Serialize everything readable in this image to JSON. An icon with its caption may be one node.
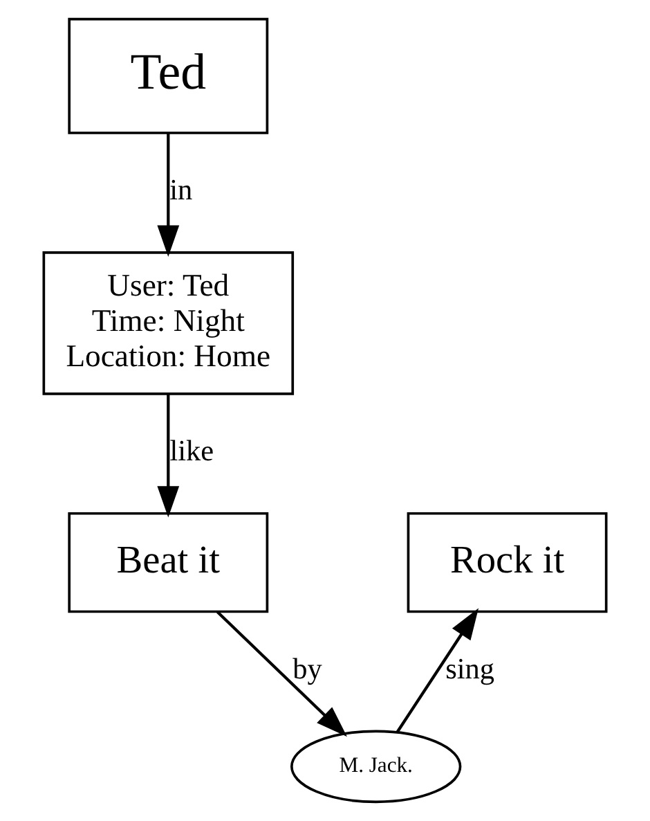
{
  "diagram": {
    "nodes": [
      {
        "text": [
          "Ted"
        ]
      },
      {
        "text": [
          "User: Ted Time: Night Location: Home"
        ]
      },
      {
        "text": [
          "Beat it"
        ]
      },
      {
        "text": [
          "Rock it"
        ]
      },
      {
        "text": [
          "M. Jack."
        ]
      }
    ],
    "edges": [
      {
        "from": 0,
        "to": 1,
        "label": "in",
        "arrow": "to"
      },
      {
        "from": 1,
        "to": 2,
        "label": "like",
        "arrow": "to"
      },
      {
        "from": 2,
        "to": 4,
        "label": "by",
        "arrow": "to"
      },
      {
        "from": 4,
        "to": 3,
        "label": "sing",
        "arrow": "to"
      }
    ]
  }
}
